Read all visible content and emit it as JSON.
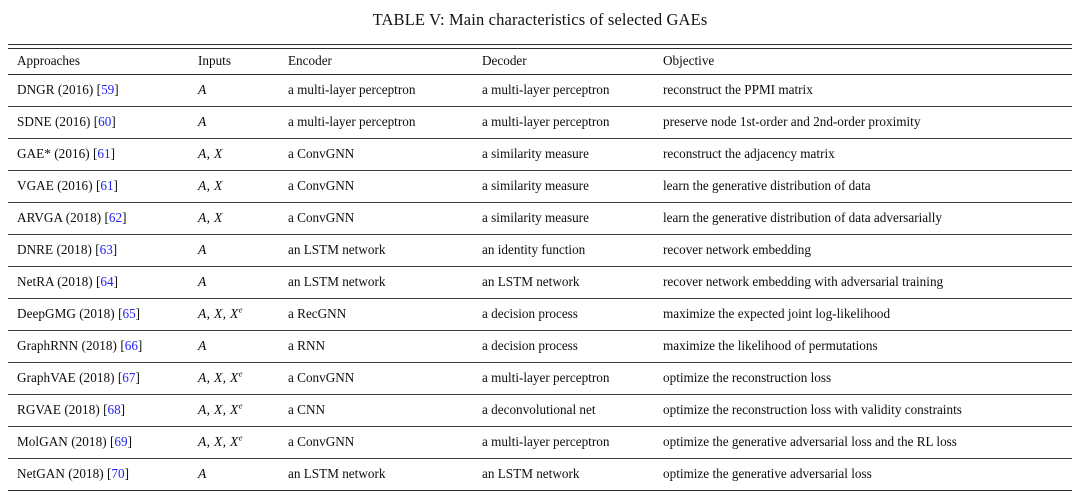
{
  "caption": "TABLE V: Main characteristics of selected GAEs",
  "table": {
    "columns": [
      {
        "key": "approach",
        "label": "Approaches"
      },
      {
        "key": "inputs",
        "label": "Inputs"
      },
      {
        "key": "encoder",
        "label": "Encoder"
      },
      {
        "key": "decoder",
        "label": "Decoder"
      },
      {
        "key": "objective",
        "label": "Objective"
      }
    ],
    "citation_color": "#2222ee",
    "rows": [
      {
        "approach": "DNGR (2016)",
        "citation": "59",
        "inputs": "A",
        "inputs_sup": "",
        "encoder": "a multi-layer perceptron",
        "decoder": "a multi-layer perceptron",
        "objective": "reconstruct the PPMI matrix"
      },
      {
        "approach": "SDNE (2016)",
        "citation": "60",
        "inputs": "A",
        "inputs_sup": "",
        "encoder": "a multi-layer perceptron",
        "decoder": "a multi-layer perceptron",
        "objective": "preserve node 1st-order and 2nd-order proximity"
      },
      {
        "approach": "GAE* (2016)",
        "citation": "61",
        "inputs": "A, X",
        "inputs_sup": "",
        "encoder": "a ConvGNN",
        "decoder": "a similarity measure",
        "objective": "reconstruct the adjacency matrix"
      },
      {
        "approach": "VGAE (2016)",
        "citation": "61",
        "inputs": "A, X",
        "inputs_sup": "",
        "encoder": "a ConvGNN",
        "decoder": "a similarity measure",
        "objective": "learn the generative distribution of data"
      },
      {
        "approach": "ARVGA (2018)",
        "citation": "62",
        "inputs": "A, X",
        "inputs_sup": "",
        "encoder": "a ConvGNN",
        "decoder": "a similarity measure",
        "objective": "learn the generative distribution of data adversarially"
      },
      {
        "approach": "DNRE (2018)",
        "citation": "63",
        "inputs": "A",
        "inputs_sup": "",
        "encoder": "an LSTM network",
        "decoder": "an identity function",
        "objective": "recover network embedding"
      },
      {
        "approach": "NetRA (2018)",
        "citation": "64",
        "inputs": "A",
        "inputs_sup": "",
        "encoder": "an LSTM network",
        "decoder": "an LSTM network",
        "objective": "recover network embedding with adversarial training"
      },
      {
        "approach": "DeepGMG (2018)",
        "citation": "65",
        "inputs": "A, X, X",
        "inputs_sup": "e",
        "encoder": "a RecGNN",
        "decoder": "a decision process",
        "objective": "maximize the expected joint log-likelihood"
      },
      {
        "approach": "GraphRNN (2018)",
        "citation": "66",
        "inputs": "A",
        "inputs_sup": "",
        "encoder": "a RNN",
        "decoder": "a decision process",
        "objective": "maximize the likelihood of permutations"
      },
      {
        "approach": "GraphVAE (2018)",
        "citation": "67",
        "inputs": "A, X, X",
        "inputs_sup": "e",
        "encoder": "a ConvGNN",
        "decoder": "a multi-layer perceptron",
        "objective": "optimize the reconstruction loss"
      },
      {
        "approach": "RGVAE (2018)",
        "citation": "68",
        "inputs": "A, X, X",
        "inputs_sup": "e",
        "encoder": "a CNN",
        "decoder": "a deconvolutional net",
        "objective": "optimize the reconstruction loss with validity constraints"
      },
      {
        "approach": "MolGAN (2018)",
        "citation": "69",
        "inputs": "A, X, X",
        "inputs_sup": "e",
        "encoder": "a ConvGNN",
        "decoder": "a multi-layer perceptron",
        "objective": "optimize the generative adversarial loss and the RL loss"
      },
      {
        "approach": "NetGAN (2018)",
        "citation": "70",
        "inputs": "A",
        "inputs_sup": "",
        "encoder": "an LSTM network",
        "decoder": "an LSTM network",
        "objective": "optimize the generative adversarial loss"
      }
    ]
  }
}
